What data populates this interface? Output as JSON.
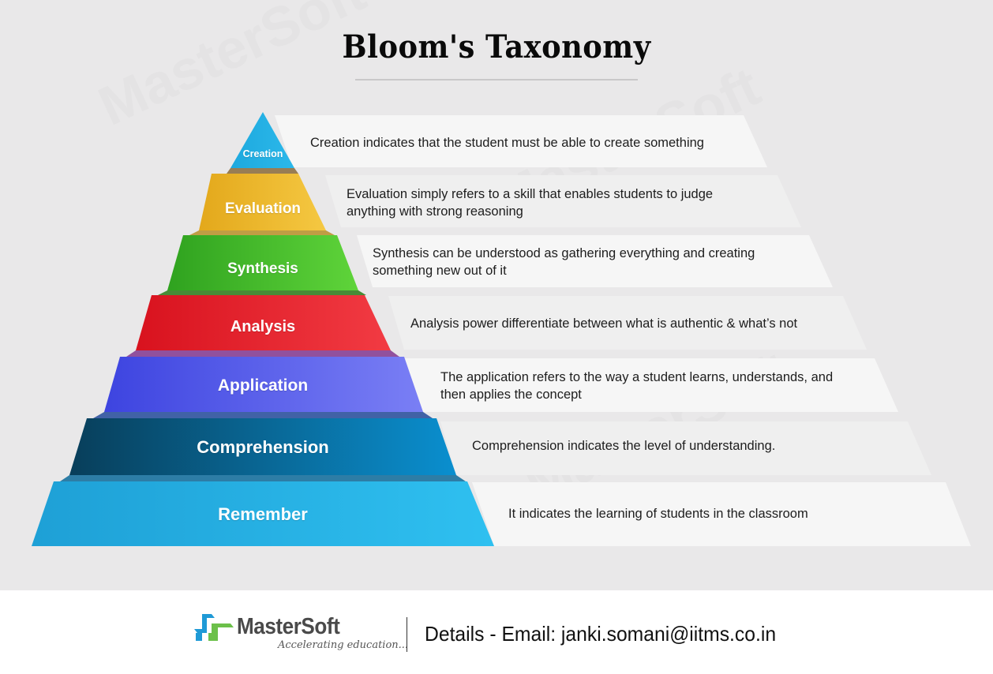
{
  "title": "Bloom's Taxonomy",
  "layers": [
    {
      "label": "Creation",
      "description_lines": [
        "Creation indicates that the student must be able to create something"
      ],
      "color_light": "#2bb8ea",
      "color_dark": "#1ea9de"
    },
    {
      "label": "Evaluation",
      "description_lines": [
        "Evaluation simply refers to a skill that enables students to judge",
        "anything with strong reasoning"
      ],
      "color_light": "#f5c842",
      "color_dark": "#e3a81b"
    },
    {
      "label": "Synthesis",
      "description_lines": [
        "Synthesis can be understood as gathering everything and creating",
        "something new out of it"
      ],
      "color_light": "#5fd43a",
      "color_dark": "#2fa21f"
    },
    {
      "label": "Analysis",
      "description_lines": [
        "Analysis power differentiate between what is authentic & what’s not"
      ],
      "color_light": "#f23b43",
      "color_dark": "#d8121e"
    },
    {
      "label": "Application",
      "description_lines": [
        "The application refers to the way a student learns, understands, and",
        "then applies the concept"
      ],
      "color_light": "#7a7ff5",
      "color_dark": "#3d44e0"
    },
    {
      "label": "Comprehension",
      "description_lines": [
        "Comprehension indicates the level of understanding."
      ],
      "color_light": "#0a8fcf",
      "color_dark": "#083e5a"
    },
    {
      "label": "Remember",
      "description_lines": [
        "It indicates the learning of students in the classroom"
      ],
      "color_light": "#2fc0f0",
      "color_dark": "#1ea0d6"
    }
  ],
  "footer": {
    "brand": "MasterSoft",
    "tagline": "Accelerating education...",
    "contact": "Details - Email:  janki.somani@iitms.co.in",
    "logo_colors": {
      "blue": "#1f9ad6",
      "green": "#6cc04a"
    }
  }
}
